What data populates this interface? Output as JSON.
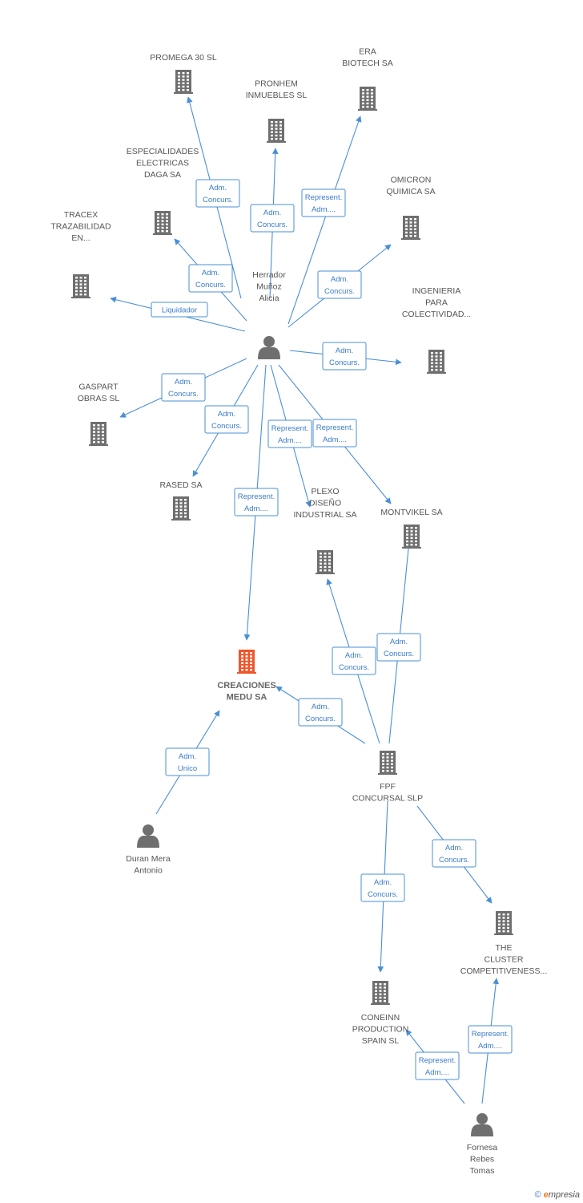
{
  "colors": {
    "edge": "#4a8fd6",
    "building": "#6f6f6f",
    "focus": "#f0552a",
    "person": "#6f6f6f"
  },
  "nodes": [
    {
      "id": "promega",
      "kind": "company",
      "label": [
        "PROMEGA 30 SL"
      ]
    },
    {
      "id": "era",
      "kind": "company",
      "label": [
        "ERA",
        "BIOTECH SA"
      ]
    },
    {
      "id": "pronhem",
      "kind": "company",
      "label": [
        "PRONHEM",
        "INMUEBLES SL"
      ]
    },
    {
      "id": "especialidades",
      "kind": "company",
      "label": [
        "ESPECIALIDADES",
        "ELECTRICAS",
        "DAGA SA"
      ]
    },
    {
      "id": "omicron",
      "kind": "company",
      "label": [
        "OMICRON",
        "QUIMICA SA"
      ]
    },
    {
      "id": "tracex",
      "kind": "company",
      "label": [
        "TRACEX",
        "TRAZABILIDAD",
        "EN..."
      ]
    },
    {
      "id": "ingenieria",
      "kind": "company",
      "label": [
        "INGENIERIA",
        "PARA",
        "COLECTIVIDAD..."
      ]
    },
    {
      "id": "gaspart",
      "kind": "company",
      "label": [
        "GASPART",
        "OBRAS SL"
      ]
    },
    {
      "id": "rased",
      "kind": "company",
      "label": [
        "RASED SA"
      ]
    },
    {
      "id": "plexo",
      "kind": "company",
      "label": [
        "PLEXO",
        "DISEÑO",
        "INDUSTRIAL SA"
      ]
    },
    {
      "id": "montvikel",
      "kind": "company",
      "label": [
        "MONTVIKEL SA"
      ]
    },
    {
      "id": "creaciones",
      "kind": "focus",
      "label": [
        "CREACIONES",
        "MEDU SA"
      ]
    },
    {
      "id": "fpf",
      "kind": "company",
      "label": [
        "FPF",
        "CONCURSAL SLP"
      ]
    },
    {
      "id": "cluster",
      "kind": "company",
      "label": [
        "THE",
        "CLUSTER",
        "COMPETITIVENESS..."
      ]
    },
    {
      "id": "coneinn",
      "kind": "company",
      "label": [
        "CONEINN",
        "PRODUCTION",
        "SPAIN SL"
      ]
    },
    {
      "id": "herrador",
      "kind": "person",
      "label": [
        "Herrador",
        "Muñoz",
        "Alicia"
      ]
    },
    {
      "id": "duran",
      "kind": "person",
      "label": [
        "Duran Mera",
        "Antonio"
      ]
    },
    {
      "id": "fornesa",
      "kind": "person",
      "label": [
        "Fornesa",
        "Rebes",
        "Tomas"
      ]
    }
  ],
  "edges": [
    {
      "from": "herrador",
      "to": "promega",
      "label": [
        "Adm.",
        "Concurs."
      ]
    },
    {
      "from": "herrador",
      "to": "pronhem",
      "label": [
        "Adm.",
        "Concurs."
      ]
    },
    {
      "from": "herrador",
      "to": "era",
      "label": [
        "Represent.",
        "Adm...."
      ]
    },
    {
      "from": "herrador",
      "to": "especialidades",
      "label": [
        "Adm.",
        "Concurs."
      ]
    },
    {
      "from": "herrador",
      "to": "omicron",
      "label": [
        "Adm.",
        "Concurs."
      ]
    },
    {
      "from": "herrador",
      "to": "tracex",
      "label": [
        "Liquidador"
      ]
    },
    {
      "from": "herrador",
      "to": "ingenieria",
      "label": [
        "Adm.",
        "Concurs."
      ]
    },
    {
      "from": "herrador",
      "to": "gaspart",
      "label": [
        "Adm.",
        "Concurs."
      ]
    },
    {
      "from": "herrador",
      "to": "rased",
      "label": [
        "Adm.",
        "Concurs."
      ]
    },
    {
      "from": "herrador",
      "to": "plexo",
      "label": [
        "Represent.",
        "Adm...."
      ]
    },
    {
      "from": "herrador",
      "to": "montvikel",
      "label": [
        "Represent.",
        "Adm...."
      ]
    },
    {
      "from": "herrador",
      "to": "creaciones",
      "label": [
        "Represent.",
        "Adm...."
      ]
    },
    {
      "from": "fpf",
      "to": "plexo",
      "label": [
        "Adm.",
        "Concurs."
      ]
    },
    {
      "from": "fpf",
      "to": "montvikel",
      "label": [
        "Adm.",
        "Concurs."
      ]
    },
    {
      "from": "fpf",
      "to": "creaciones",
      "label": [
        "Adm.",
        "Concurs."
      ]
    },
    {
      "from": "duran",
      "to": "creaciones",
      "label": [
        "Adm.",
        "Unico"
      ]
    },
    {
      "from": "fpf",
      "to": "coneinn",
      "label": [
        "Adm.",
        "Concurs."
      ]
    },
    {
      "from": "fpf",
      "to": "cluster",
      "label": [
        "Adm.",
        "Concurs."
      ]
    },
    {
      "from": "fornesa",
      "to": "coneinn",
      "label": [
        "Represent.",
        "Adm...."
      ]
    },
    {
      "from": "fornesa",
      "to": "cluster",
      "label": [
        "Represent.",
        "Adm...."
      ]
    }
  ],
  "footer": {
    "copyright": "©",
    "brand_initial": "e",
    "brand_rest": "mpresia"
  }
}
